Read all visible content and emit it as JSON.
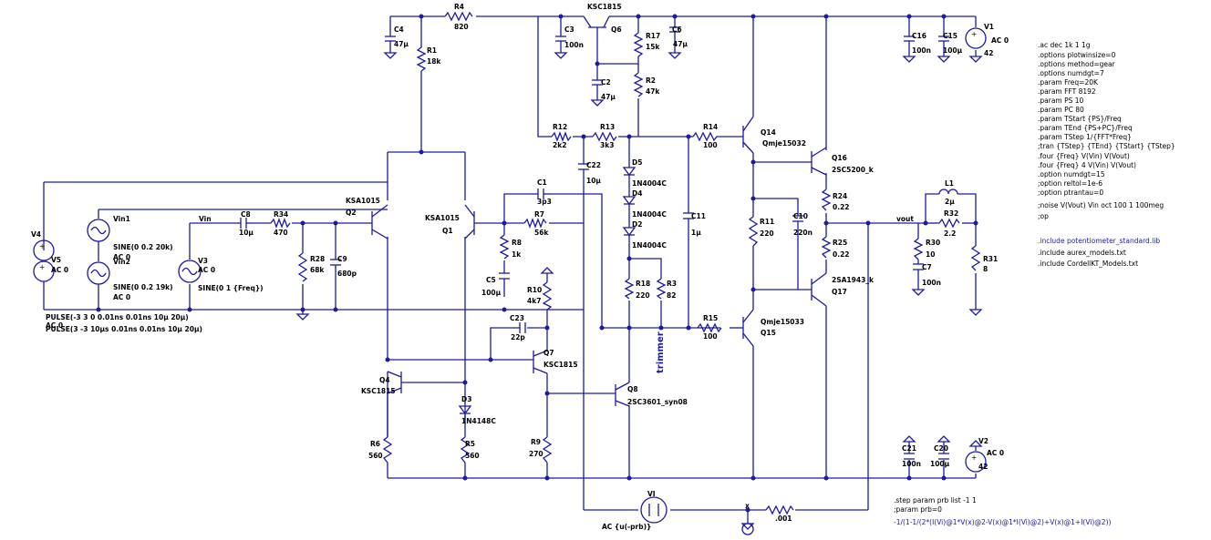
{
  "schematic": {
    "components": [
      {
        "id": "R4",
        "value": "820"
      },
      {
        "id": "R1",
        "value": "18k"
      },
      {
        "id": "C4",
        "value": "47µ"
      },
      {
        "id": "Q6",
        "model": "KSC1815"
      },
      {
        "id": "C3",
        "value": "100n"
      },
      {
        "id": "R17",
        "value": "15k"
      },
      {
        "id": "C6",
        "value": "47µ"
      },
      {
        "id": "C2",
        "value": "47µ"
      },
      {
        "id": "R2",
        "value": "47k"
      },
      {
        "id": "C16",
        "value": "100n"
      },
      {
        "id": "C15",
        "value": "100µ"
      },
      {
        "id": "V1",
        "value": "AC 0",
        "extra": "42"
      },
      {
        "id": "R12",
        "value": "2k2"
      },
      {
        "id": "R13",
        "value": "3k3"
      },
      {
        "id": "R14",
        "value": "100"
      },
      {
        "id": "Q14",
        "model": "Qmje15032"
      },
      {
        "id": "Q16",
        "model": "2SC5200_k"
      },
      {
        "id": "C22",
        "value": "10µ"
      },
      {
        "id": "D5",
        "model": "1N4004C"
      },
      {
        "id": "D4",
        "model": "1N4004C"
      },
      {
        "id": "D2",
        "model": "1N4004C"
      },
      {
        "id": "C11",
        "value": "1µ"
      },
      {
        "id": "R11",
        "value": "220"
      },
      {
        "id": "C10",
        "value": "220n"
      },
      {
        "id": "R24",
        "value": "0.22"
      },
      {
        "id": "R25",
        "value": "0.22"
      },
      {
        "id": "Q17",
        "model": "2SA1943_k"
      },
      {
        "id": "L1",
        "value": "2µ"
      },
      {
        "id": "R32",
        "value": "2.2"
      },
      {
        "id": "R30",
        "value": "10"
      },
      {
        "id": "C7",
        "value": "100n"
      },
      {
        "id": "R31",
        "value": "8"
      },
      {
        "id": "C1",
        "value": "3p3"
      },
      {
        "id": "Q2",
        "model": "KSA1015"
      },
      {
        "id": "Q1",
        "model": "KSA1015"
      },
      {
        "id": "R7",
        "value": "56k"
      },
      {
        "id": "R8",
        "value": "1k"
      },
      {
        "id": "C5",
        "value": "100µ"
      },
      {
        "id": "C8",
        "value": "10µ"
      },
      {
        "id": "R34",
        "value": "470"
      },
      {
        "id": "R28",
        "value": "68k"
      },
      {
        "id": "C9",
        "value": "680p"
      },
      {
        "id": "R10",
        "value": "4k7"
      },
      {
        "id": "R18",
        "value": "220"
      },
      {
        "id": "R3",
        "value": "82"
      },
      {
        "id": "C23",
        "value": "22p"
      },
      {
        "id": "Q7",
        "model": "KSC1815"
      },
      {
        "id": "R15",
        "value": "100"
      },
      {
        "id": "Q15",
        "model": "Qmje15033"
      },
      {
        "id": "Q4",
        "model": "KSC1815"
      },
      {
        "id": "D3",
        "model": "1N4148C"
      },
      {
        "id": "Q8",
        "model": "2SC3601_syn08"
      },
      {
        "id": "R6",
        "value": "560"
      },
      {
        "id": "R5",
        "value": "560"
      },
      {
        "id": "R9",
        "value": "270"
      },
      {
        "id": "C21",
        "value": "100n"
      },
      {
        "id": "C20",
        "value": "100µ"
      },
      {
        "id": "V2",
        "value": "AC 0",
        "extra": "42"
      },
      {
        "id": "V4",
        "value": ""
      },
      {
        "id": "V5",
        "value": "AC 0"
      },
      {
        "id": "Vin1",
        "value": "SINE(0 0.2 20k)",
        "extra": "AC 0"
      },
      {
        "id": "Vin2",
        "value": "SINE(0 0.2 19k)",
        "extra": "AC 0"
      },
      {
        "id": "V3",
        "value": "AC 0",
        "extra": "SINE(0 1 {Freq})"
      },
      {
        "id": "VI",
        "value": "AC {u(-prb)}"
      },
      {
        "id": "Rprobe",
        "value": ".001"
      }
    ],
    "net_labels": {
      "vin": "Vin",
      "vout": "vout",
      "x": "x"
    },
    "trimmer": "trimmer",
    "pulse_text": [
      "PULSE(-3 3 0 0.01ns 0.01ns 10µ 20µ)",
      "AC 0",
      "PULSE(3 -3 10µs 0.01ns 0.01ns 10µ 20µ)"
    ],
    "directives": [
      ".ac dec 1k 1 1g",
      ".options plotwinsize=0",
      ".options method=gear",
      ".options numdgt=7",
      ".param Freq=20K",
      ".param FFT 8192",
      ".param PS 10",
      ".param PC 80",
      ".param TStart {PS}/Freq",
      ".param TEnd {PS+PC}/Freq",
      ".param TStep 1/{FFT*Freq}",
      ";tran {TStep} {TEnd} {TStart} {TStep}",
      ".four {Freq} V(Vin) V(Vout)",
      ".four {Freq} 4 V(Vin) V(Vout)",
      ".option numdgt=15",
      ";option reltol=1e-6",
      ";option ptrantau=0",
      ";noise V(Vout) Vin oct 100 1 100meg",
      ";op"
    ],
    "includes": [
      ".include potentiometer_standard.lib",
      ".include aurex_models.txt",
      ".include CordellKT_Models.txt"
    ],
    "step_directives": [
      ".step param prb list -1 1",
      ";param prb=0"
    ],
    "formula": "-1/(1-1/(2*(I(Vi)@1*V(x)@2-V(x)@1*I(Vi)@2)+V(x)@1+I(Vi)@2))"
  }
}
